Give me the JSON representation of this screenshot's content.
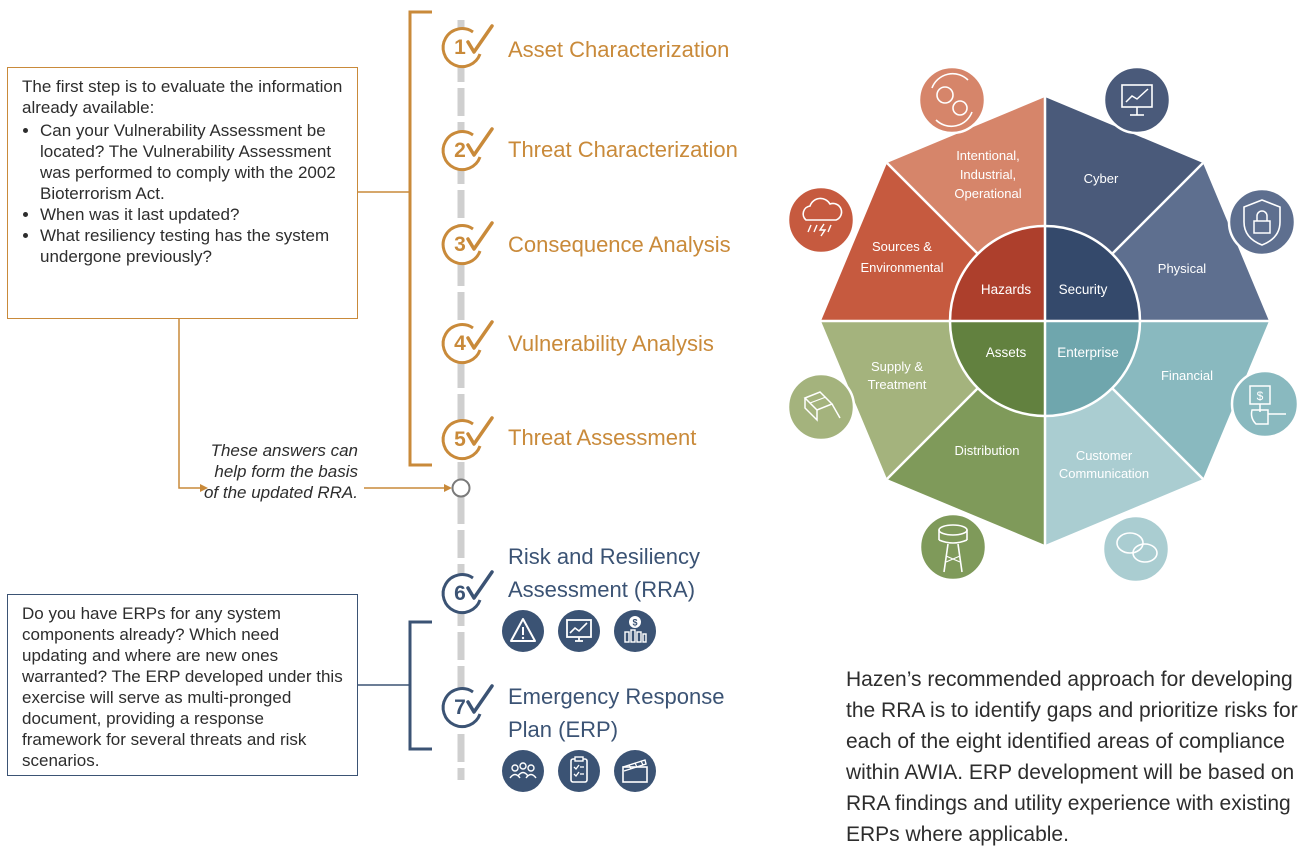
{
  "intro_box": {
    "lead": "The first step is to evaluate the information already available:",
    "bullets": [
      "Can your Vulnerability Assessment be located? The Vulnerability Assessment was performed to comply with the 2002 Bioterrorism Act.",
      "When was it last updated?",
      "What resiliency testing has the system undergone previously?"
    ]
  },
  "note": "These answers can help form the basis of the updated RRA.",
  "erp_box": "Do you have ERPs for any system components already? Which need updating and where are new ones warranted? The ERP developed under this exercise will serve as multi-pronged document, providing a response framework for several threats and risk scenarios.",
  "steps": [
    {
      "number": "1",
      "label": "Asset Characterization"
    },
    {
      "number": "2",
      "label": "Threat Characterization"
    },
    {
      "number": "3",
      "label": "Consequence Analysis"
    },
    {
      "number": "4",
      "label": "Vulnerability Analysis"
    },
    {
      "number": "5",
      "label": "Threat Assessment"
    },
    {
      "number": "6",
      "label_line1": "Risk and Resiliency",
      "label_line2": "Assessment (RRA)",
      "icons": [
        "warning-icon",
        "monitor-chart-icon",
        "money-chart-icon"
      ]
    },
    {
      "number": "7",
      "label_line1": "Emergency Response",
      "label_line2": "Plan (ERP)",
      "icons": [
        "people-icon",
        "checklist-icon",
        "clapperboard-icon"
      ]
    }
  ],
  "wheel": {
    "hub": [
      "Hazards",
      "Security",
      "Assets",
      "Enterprise"
    ],
    "segments": {
      "intentional": [
        "Intentional,",
        "Industrial,",
        "Operational"
      ],
      "cyber": "Cyber",
      "physical": "Physical",
      "financial": "Financial",
      "customer": [
        "Customer",
        "Communication"
      ],
      "distribution": "Distribution",
      "supply": [
        "Supply &",
        "Treatment"
      ],
      "sources": [
        "Sources &",
        "Environmental"
      ]
    },
    "colors": {
      "intentional": "#d6856a",
      "cyber": "#4a5a7a",
      "physical": "#5e6f8f",
      "financial": "#89b9bf",
      "customer": "#aacdd1",
      "distribution": "#7f9a5a",
      "supply": "#a4b37d",
      "sources": "#c65a3f",
      "hub_hazards": "#ad3f2c",
      "hub_security": "#34496b",
      "hub_assets": "#62813f",
      "hub_enterprise": "#6fa6ad",
      "tan": "#c98a3a",
      "navy": "#3b5374"
    }
  },
  "summary": "Hazen’s recommended approach for developing the RRA is to identify gaps and prioritize risks for each of the eight identified areas of compliance within AWIA. ERP development will be based on RRA findings and utility experience with existing ERPs where applicable."
}
